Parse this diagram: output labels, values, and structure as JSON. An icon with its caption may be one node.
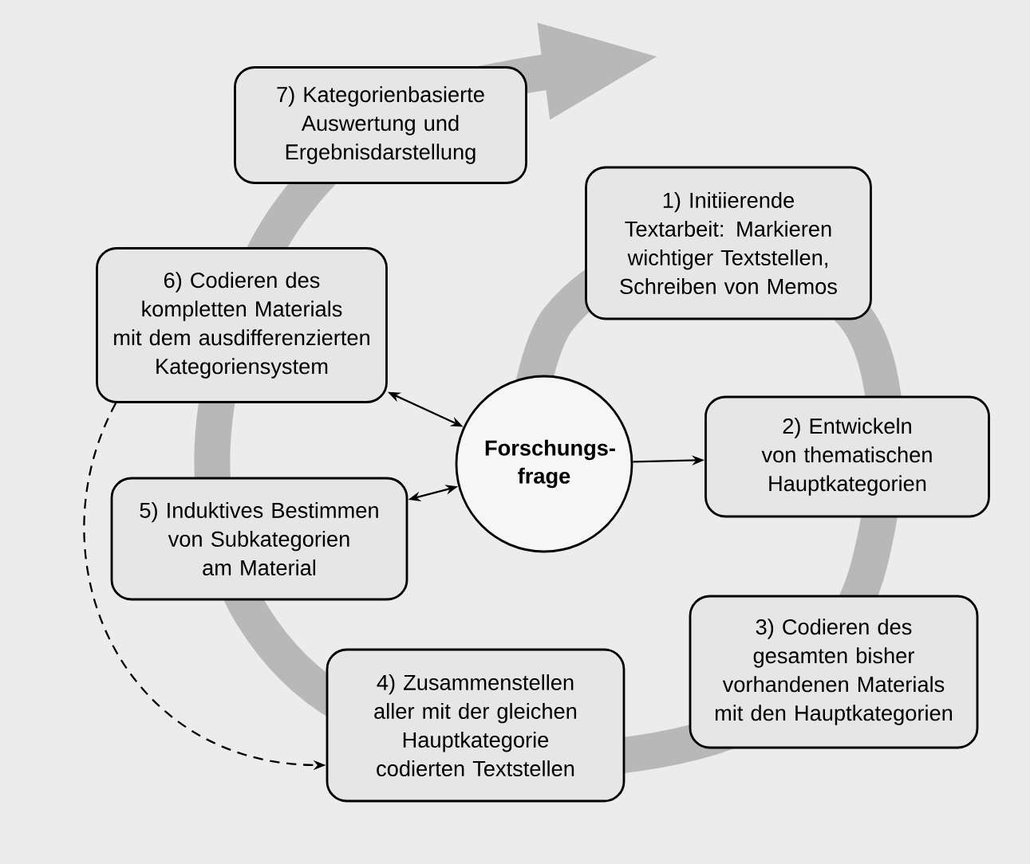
{
  "diagram": {
    "nodes": [
      {
        "text": [
          "7) Kategorienbasierte Auswertung und Ergebnisdarstellung"
        ]
      },
      {
        "text": [
          "1) Initiierende Textarbeit: Markieren wichtiger Textstellen, Schreiben von Memos"
        ]
      },
      {
        "text": [
          "6) Codieren des kompletten Materials mit dem ausdifferenzierten Kategoriensystem"
        ]
      },
      {
        "text": [
          "Forschungs-frage"
        ]
      },
      {
        "text": [
          "2) Entwickeln von thematischen Hauptkategorien"
        ]
      },
      {
        "text": [
          "5) Induktives Bestimmen von Subkategorien am Material"
        ]
      },
      {
        "text": [
          "3) Codieren des gesamten bisher vorhandenen Materials mit den Hauptkategorien"
        ]
      },
      {
        "text": [
          "4) Zusammenstellen aller mit der gleichen Hauptkategorie codierten Textstellen"
        ]
      }
    ],
    "edges": [
      {
        "from": 3,
        "to": 4,
        "arrow": "to"
      },
      {
        "from": 2,
        "to": 3,
        "arrow": "both"
      },
      {
        "from": 5,
        "to": 3,
        "arrow": "both"
      },
      {
        "from": 2,
        "to": 7,
        "arrow": "to",
        "style": "dashed"
      }
    ]
  }
}
